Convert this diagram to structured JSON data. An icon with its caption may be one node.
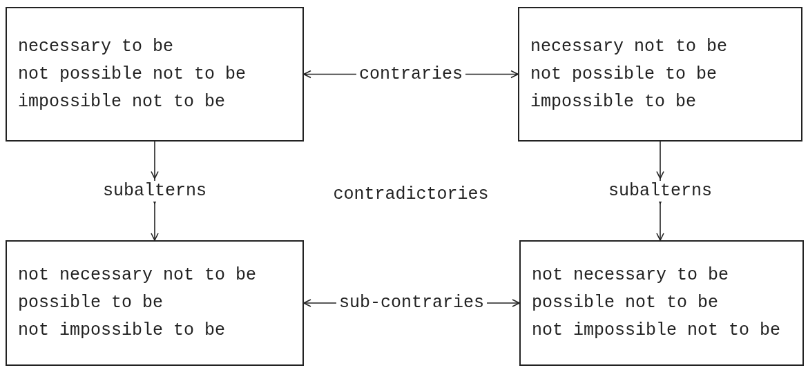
{
  "diagram": {
    "nodes": [
      {
        "text": [
          "necessary to be",
          "not possible not to be",
          "impossible not to be"
        ]
      },
      {
        "text": [
          "necessary not to be",
          "not possible to be",
          "impossible to be"
        ]
      },
      {
        "text": [
          "not necessary not to be",
          "possible to be",
          "not impossible to be"
        ]
      },
      {
        "text": [
          "not necessary to be",
          "possible not to be",
          "not impossible not to be"
        ]
      }
    ],
    "edges": [
      {
        "from": 0,
        "to": 1,
        "arrow": "both",
        "label": "contraries"
      },
      {
        "from": 0,
        "to": 2,
        "arrow": "to",
        "label": "subalterns"
      },
      {
        "from": 1,
        "to": 3,
        "arrow": "to",
        "label": "subalterns"
      },
      {
        "from": 2,
        "to": 3,
        "arrow": "both",
        "label": "sub-contraries"
      }
    ],
    "labels": [
      "contradictories"
    ]
  }
}
